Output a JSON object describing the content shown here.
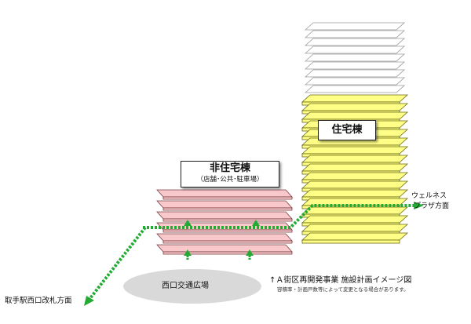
{
  "buildings": {
    "non_residential": {
      "title": "非住宅棟",
      "subtitle": "（店舗･公共･駐車場）",
      "fill_color": "#f9c8cb",
      "edge_color": "#7a3f42"
    },
    "residential": {
      "title": "住宅棟",
      "fill_color": "#ffff88",
      "edge_color": "#6a6a10"
    }
  },
  "plaza": {
    "label": "西口交通広場",
    "fill_color": "#d9d9d9"
  },
  "routes": {
    "wellness_plaza_line1": "ウェルネス",
    "wellness_plaza_line2": "プラザ方面",
    "station_exit": "取手駅西口改札方面",
    "path_color": "#22aa33"
  },
  "caption": {
    "title": "↑Ａ街区再開発事業 施設計画イメージ図",
    "note": "容積率・計画戸数等によって変更となる場合があります。"
  }
}
